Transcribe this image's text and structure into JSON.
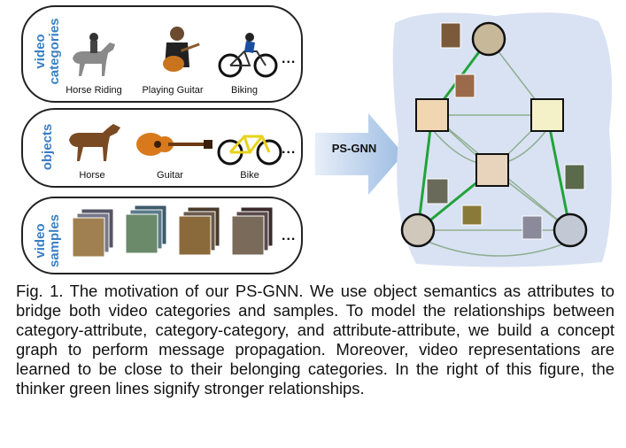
{
  "rows": {
    "categories": {
      "label": "video\ncategories",
      "items": [
        "Horse Riding",
        "Playing Guitar",
        "Biking"
      ],
      "more": "..."
    },
    "objects": {
      "label": "objects",
      "items": [
        "Horse",
        "Guitar",
        "Bike"
      ],
      "more": "..."
    },
    "samples": {
      "label": "video\nsamples",
      "more": "..."
    }
  },
  "arrow": {
    "label": "PS-GNN"
  },
  "caption": "Fig. 1. The motivation of our PS-GNN. We use object semantics as attributes to bridge both video categories and samples. To model the relationships between category-attribute, category-category, and attribute-attribute, we build a concept graph to perform message propagation. Moreover, video representations are learned to be close to their belonging categories. In the right of this figure, the thinker green lines signify stronger relationships.",
  "colors": {
    "accent_blue": "#3a7fc4",
    "graph_bg": "#d9e2f3",
    "strong_edge": "#22a33a",
    "weak_edge": "#8fae8f"
  }
}
